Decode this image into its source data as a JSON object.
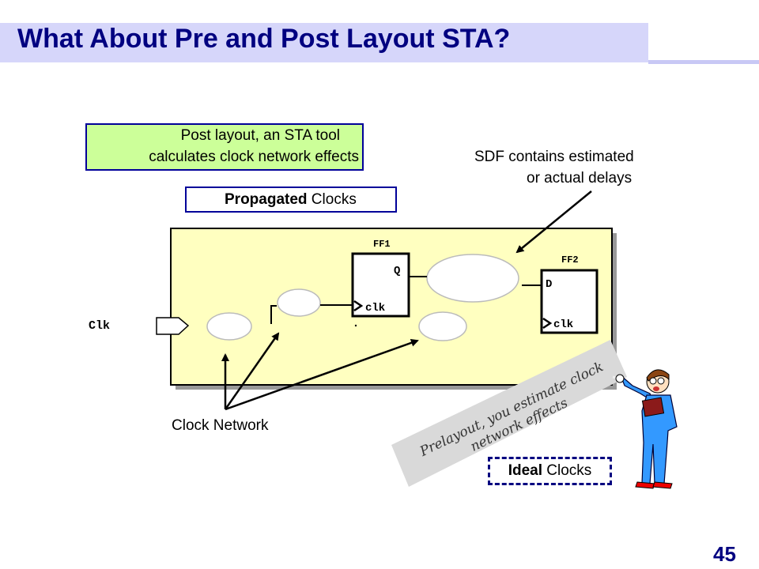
{
  "slide": {
    "title": "What About Pre and Post Layout STA?",
    "page_number": "45"
  },
  "callouts": {
    "post_layout_line1": "Post layout, an STA tool",
    "post_layout_line2": "calculates clock network effects",
    "sdf_line1": "SDF contains estimated",
    "sdf_line2": "or actual delays",
    "propagated_bold": "Propagated",
    "propagated_rest": " Clocks",
    "clock_network": "Clock Network",
    "prelayout_line1": "Prelayout, you estimate clock",
    "prelayout_line2": "network effects",
    "ideal_bold": "Ideal",
    "ideal_rest": " Clocks"
  },
  "circuit": {
    "clk_port": "Clk",
    "ff1_label": "FF1",
    "ff1_q": "Q",
    "ff1_clk": "clk",
    "ff2_label": "FF2",
    "ff2_d": "D",
    "ff2_clk": "clk"
  },
  "colors": {
    "title": "#000080",
    "circuit_bg": "#ffffc0",
    "callout_green": "#ccff99"
  }
}
